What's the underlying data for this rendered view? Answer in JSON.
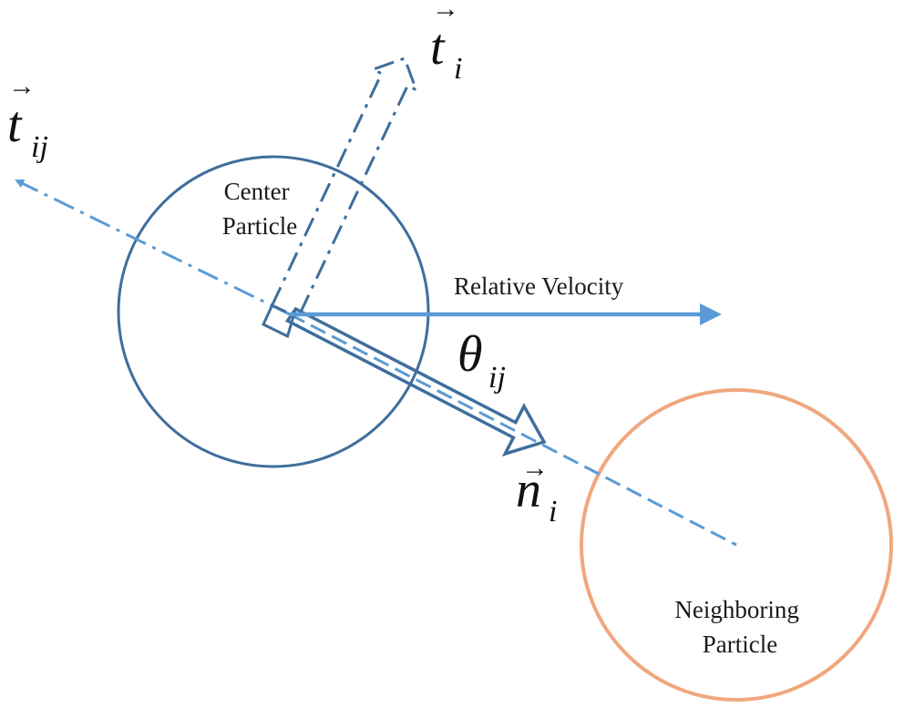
{
  "labels": {
    "center_line1": "Center",
    "center_line2": "Particle",
    "neighbor_line1": "Neighboring",
    "neighbor_line2": "Particle",
    "relative_velocity": "Relative Velocity"
  },
  "symbols": {
    "t_ij": {
      "base": "t",
      "sub": "ij",
      "arrow": "→"
    },
    "t_i": {
      "base": "t",
      "sub": "i",
      "arrow": "→"
    },
    "n_i": {
      "base": "n",
      "sub": "i",
      "arrow": "→"
    },
    "theta_ij": {
      "base": "θ",
      "sub": "ij"
    }
  },
  "colors": {
    "center_particle": "#3f6e9c",
    "neighbor_particle": "#f0a77e",
    "guide_line": "#5b9bd5",
    "velocity": "#5b9bd5",
    "vector_outline": "#3f6e9c",
    "text": "#111111"
  }
}
